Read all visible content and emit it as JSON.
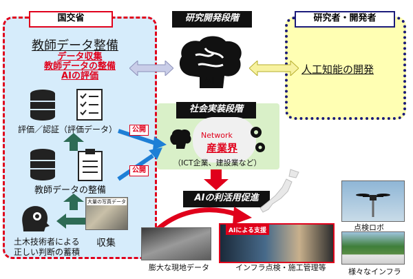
{
  "ministry": {
    "title": "国交省",
    "heading": "教師データ整備",
    "red_items": [
      "データ収集",
      "教師データの整備",
      "AIの評価"
    ],
    "evaluation_label": "評価／認証（評価データ）",
    "teacher_data_label": "教師データの整備",
    "engineer_label_1": "土木技術者による",
    "engineer_label_2": "正しい判断の蓄積",
    "collect_label": "収集",
    "photo_caption": "大量の写真データ",
    "publish_badges": [
      "公開",
      "公開"
    ]
  },
  "research": {
    "title": "研究開発段階",
    "ai_label": "AI"
  },
  "developer": {
    "title": "研究者・開発者",
    "ai_dev_label": "人工知能の開発"
  },
  "social": {
    "title": "社会実装段階",
    "ai_label": "AI",
    "network_label": "Network",
    "industry_label": "産業界",
    "industry_sub": "（ICT企業、建設業など）"
  },
  "promotion": {
    "title": "AIの利活用促進",
    "ai_support_label": "AIによる支援"
  },
  "captions": {
    "field_data": "膨大な現地データ",
    "infra_mgmt": "インフラ点検・施工管理等",
    "drone": "点検ロボ",
    "various_infra": "様々なインフラ"
  },
  "colors": {
    "accent_red": "#e0001b",
    "ministry_bg": "#d6ecfb",
    "dev_bg": "#ffffb3",
    "social_bg": "#d9f0c8",
    "arrow_blue": "#1e7fd6",
    "arrow_green": "#2e6b55"
  }
}
